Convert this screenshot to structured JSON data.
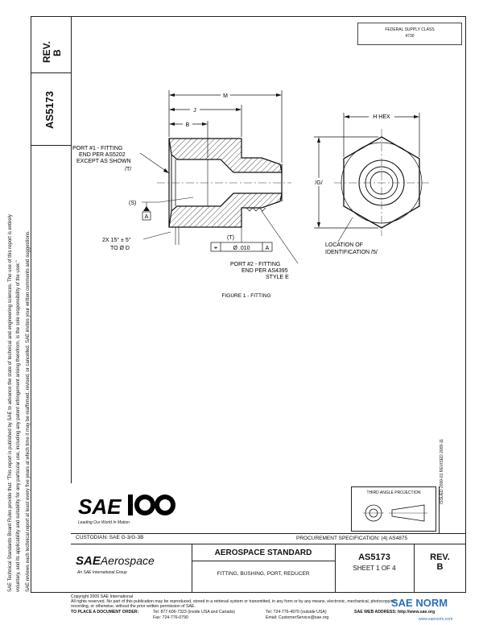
{
  "doc": {
    "number": "AS5173",
    "rev_label": "REV.",
    "rev_value": "B",
    "stamp_line1": "FEDERAL SUPPLY CLASS",
    "stamp_line2": "4730",
    "issued_revised": "ISSUED 2000-01    REVISED 2009-11"
  },
  "drawing": {
    "dim_m": "M",
    "dim_j": "J",
    "dim_b": "B",
    "dim_h_hex": "H HEX",
    "dim_g": "/G/",
    "port1_line1": "PORT #1 - FITTING",
    "port1_line2": "END PER AS5202",
    "port1_line3": "EXCEPT AS SHOWN",
    "port1_line4": "/T/",
    "ref_s": "(S)",
    "datum_a": "A",
    "chamfer_line1": "2X 15° ± 5°",
    "chamfer_line2": "TO Ø D",
    "ref_t": "(T)",
    "fcf_symbol": "⌖",
    "fcf_tol": "Ø .010",
    "fcf_datum": "A",
    "port2_line1": "PORT #2 - FITTING",
    "port2_line2": "END PER AS4395",
    "port2_line3": "STYLE E",
    "location_line1": "LOCATION OF",
    "location_line2": "IDENTIFICATION /5/",
    "figure_caption": "FIGURE 1 - FITTING"
  },
  "left_margin": {
    "line1": "SAE Technical Standards Board Rules provide that: \"This report is published by SAE to advance the state of technical and engineering sciences. The use of this report is entirely",
    "line2": "voluntary, and its applicability and suitability for any particular use, including any patent infringement arising therefrom, is the sole responsibility of the user.\"",
    "line3": "SAE reviews each technical report at least every five years at which time it may be reaffirmed, revised, or cancelled. SAE invites your written comments and suggestions."
  },
  "logo": {
    "sae100": "SAE100",
    "tagline": "Leading Our World In Motion"
  },
  "projection": {
    "label": "THIRD ANGLE PROJECTION"
  },
  "title_block": {
    "custodian": "CUSTODIAN: SAE G-3/G-3B",
    "procurement": "PROCUREMENT SPECIFICATION: (4) AS4875",
    "aerospace_logo_bold": "SAE",
    "aerospace_logo_italic": "Aerospace",
    "aerospace_sub": "An SAE International Group",
    "heading": "AEROSPACE STANDARD",
    "title": "FITTING, BUSHING, PORT, REDUCER",
    "number": "AS5173",
    "sheet": "SHEET 1 OF 4",
    "rev_label": "REV.",
    "rev_value": "B"
  },
  "footer": {
    "copyright": "Copyright 2009 SAE International",
    "rights1": "All rights reserved. No part of this publication may be reproduced, stored in a retrieval system or transmitted, in any form or by any means, electronic, mechanical, photocopying,",
    "rights2": "recording, or otherwise, without the prior written permission of SAE.",
    "order_label": "TO PLACE A DOCUMENT ORDER:",
    "tel1": "Tel:  877-606-7323 (inside USA and Canada)",
    "tel2": "Tel:  724-776-4970 (outside USA)",
    "fax": "Fax:  724-776-0790",
    "email": "Email:  CustomerService@sae.org",
    "web": "SAE WEB ADDRESS:  http://www.sae.org"
  },
  "watermark": {
    "text": "SAE NORM",
    "sub": "www.saenorm.com"
  }
}
